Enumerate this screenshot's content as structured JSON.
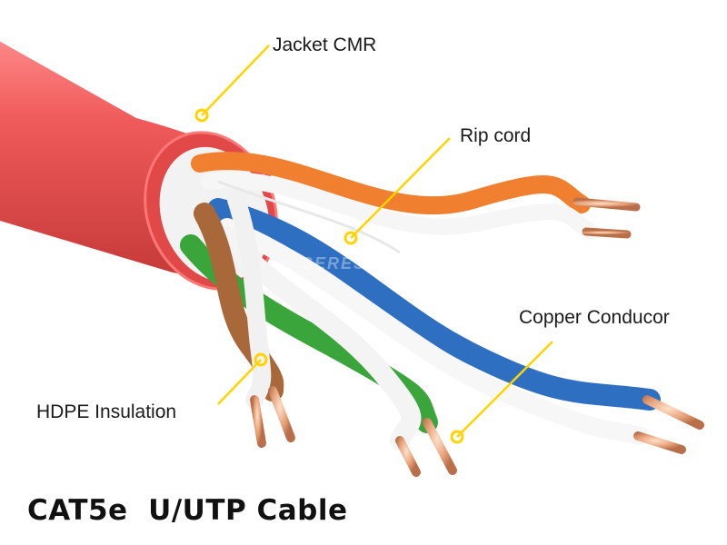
{
  "colors": {
    "jacket": "#f05a5a",
    "orange_pair": "#f07f2f",
    "blue_pair": "#2f6fc2",
    "green_pair": "#3aa53a",
    "brown_pair": "#a8683a",
    "copper": "#e7a27a",
    "callout": "#ffd400"
  },
  "labels": {
    "jacket": "Jacket CMR",
    "rip_cord": "Rip cord",
    "copper": "Copper Conducor",
    "hdpe": "HDPE Insulation"
  },
  "title": "CAT5e  U/UTP Cable",
  "watermark": "SERESEX"
}
